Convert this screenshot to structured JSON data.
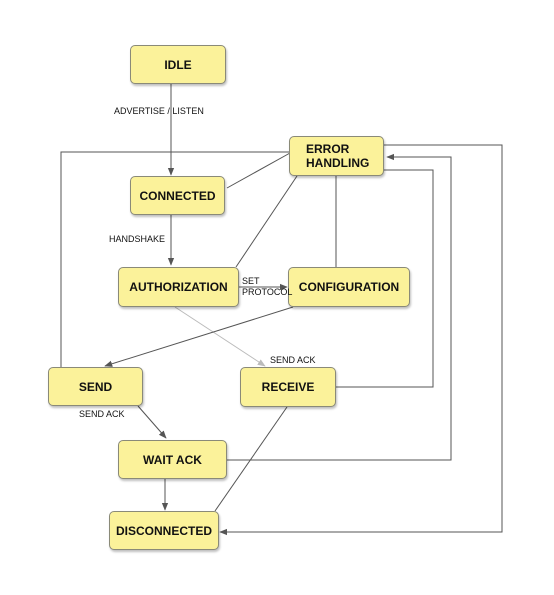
{
  "colors": {
    "node_fill": "#fbf29a",
    "edge": "#555555",
    "edge_faded": "#bbbbbb"
  },
  "states": {
    "idle": "IDLE",
    "connected": "CONNECTED",
    "error_handling": "ERROR\nHANDLING",
    "authorization": "AUTHORIZATION",
    "configuration": "CONFIGURATION",
    "send": "SEND",
    "receive": "RECEIVE",
    "wait_ack": "WAIT ACK",
    "disconnected": "DISCONNECTED"
  },
  "transitions": {
    "advertise_listen": "ADVERTISE / LISTEN",
    "handshake": "HANDSHAKE",
    "set_protocol": "SET\nPROTOCOL",
    "send_ack_receive": "SEND ACK",
    "send_ack_wait": "SEND ACK"
  }
}
